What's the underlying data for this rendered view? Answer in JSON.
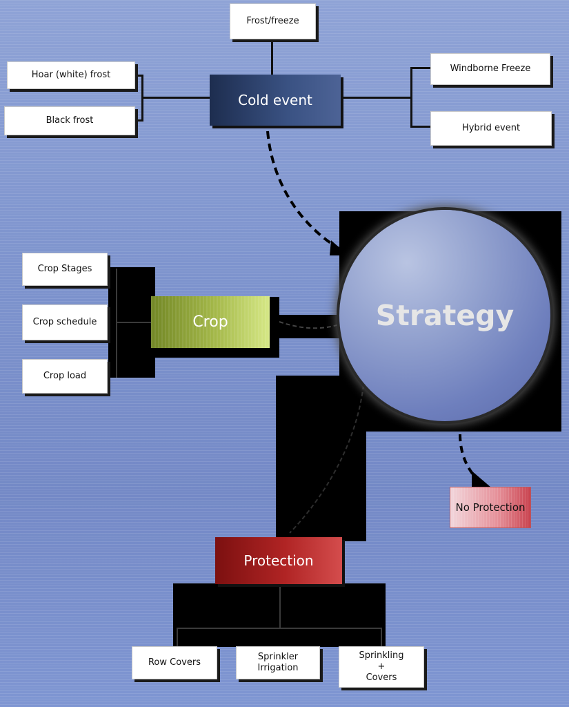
{
  "nodes": {
    "frost_freeze": "Frost/freeze",
    "hoar_frost": "Hoar (white) frost",
    "black_frost": "Black frost",
    "cold_event": "Cold event",
    "windborne_freeze": "Windborne Freeze",
    "hybrid_event": "Hybrid event",
    "crop_stages": "Crop Stages",
    "crop_schedule": "Crop schedule",
    "crop_load": "Crop load",
    "crop": "Crop",
    "strategy": "Strategy",
    "no_protection": "No Protection",
    "protection": "Protection",
    "row_covers": "Row Covers",
    "sprinkler_irrigation_line1": "Sprinkler",
    "sprinkler_irrigation_line2": "Irrigation",
    "sprinkling_covers_line1": "Sprinkling",
    "sprinkling_covers_line2": "+",
    "sprinkling_covers_line3": "Covers"
  },
  "colors": {
    "background": "#7d93cd",
    "cold_event": "#2d4069",
    "crop": "#a5b94a",
    "protection": "#b02424",
    "no_protection": "#e58f98",
    "strategy": "#8797c9"
  }
}
